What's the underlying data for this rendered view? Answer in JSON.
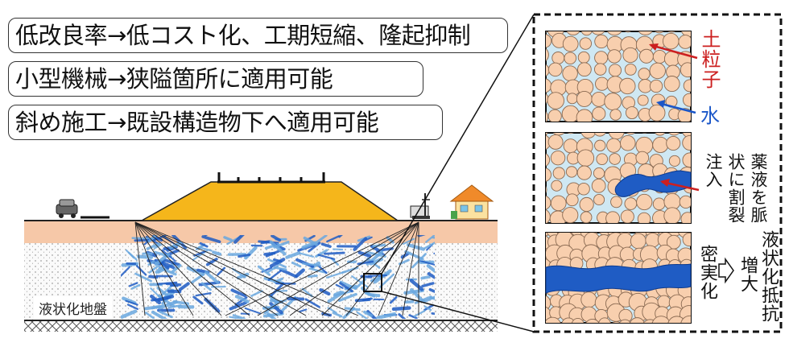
{
  "statements": [
    "低改良率→低コスト化、工期短縮、隆起抑制",
    "小型機械→狭隘箇所に適用可能",
    "斜め施工→既設構造物下へ適用可能"
  ],
  "ground_label": "液状化地盤",
  "legend": {
    "soil": "土粒子",
    "water": "水",
    "soil_color": "#cc1f1f",
    "water_color": "#1a56c8"
  },
  "annotations": {
    "injection": "薬液を脈状に割裂注入",
    "densify": "密実化",
    "increase": "増大",
    "resistance": "液状化抵抗"
  },
  "colors": {
    "embankment": "#f5b61b",
    "topsoil": "#f6c8a8",
    "grout": "#1f5cc4",
    "grout_light": "#6aa8e0",
    "particle": "#f8cfae",
    "pore_water": "#cfe8f3"
  }
}
